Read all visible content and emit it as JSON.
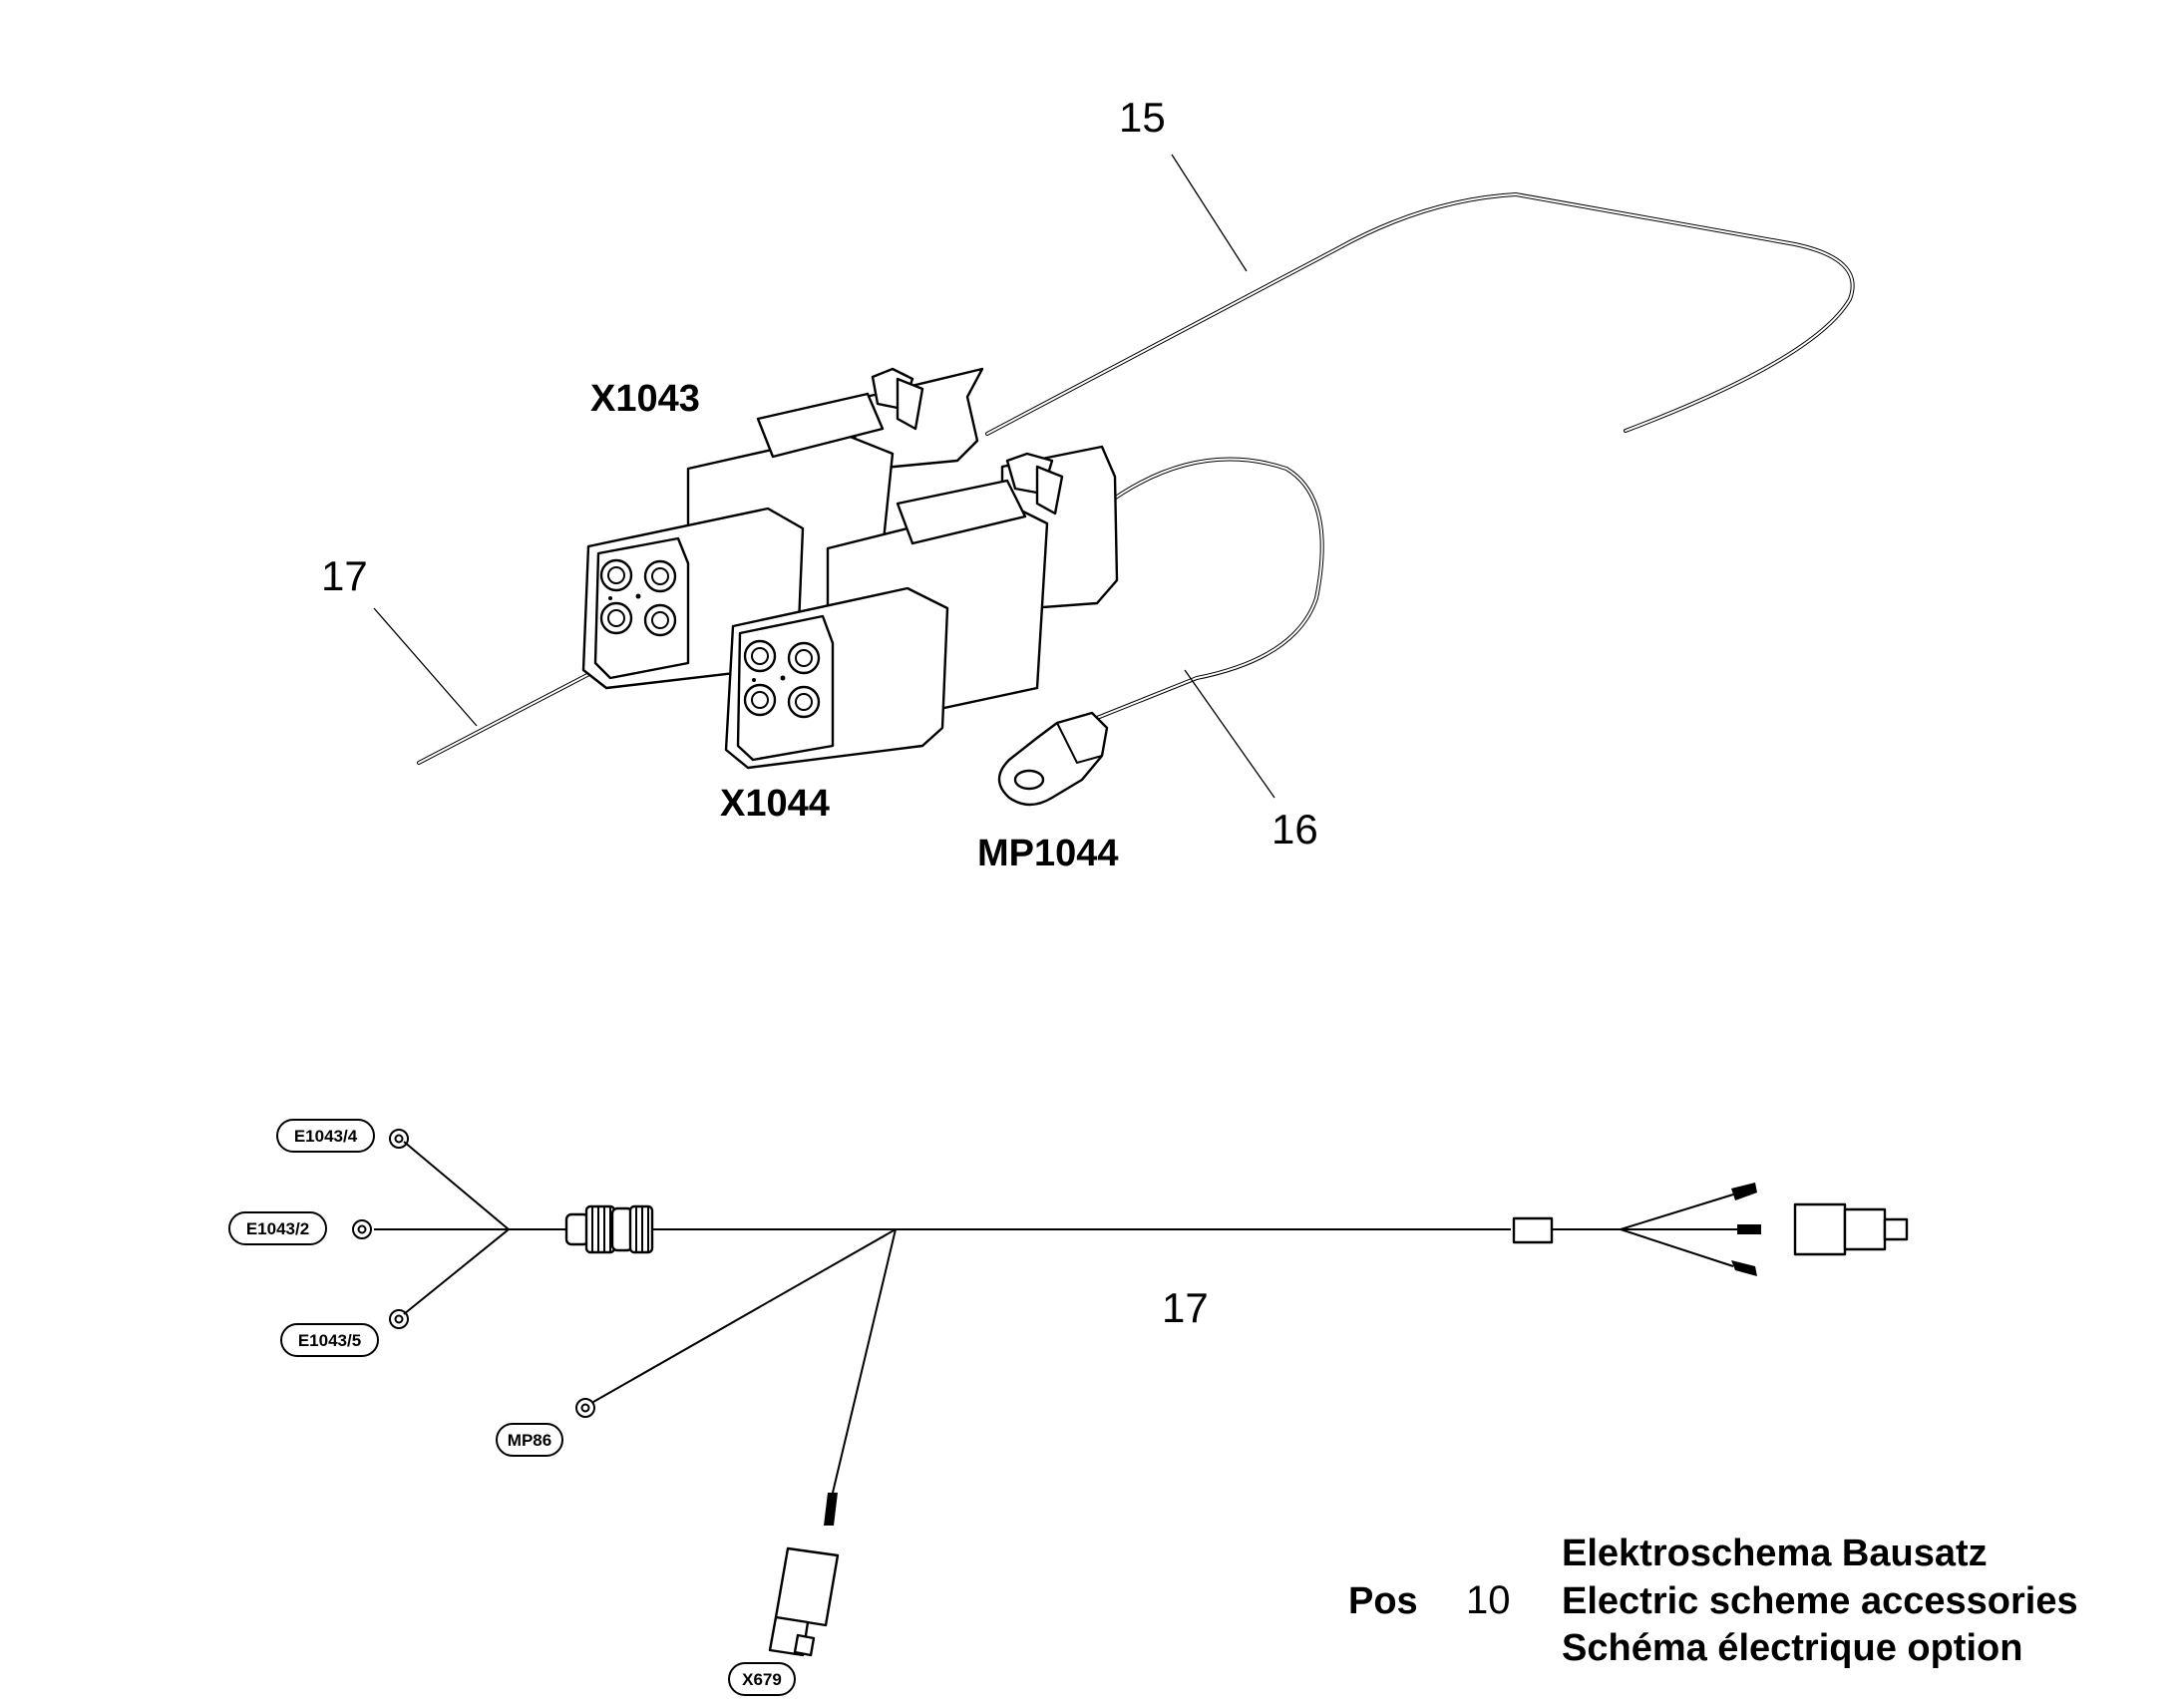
{
  "callouts": {
    "c15": "15",
    "c16": "16",
    "c17_top": "17",
    "c17_bottom": "17"
  },
  "connectors": {
    "x1043": "X1043",
    "x1044": "X1044",
    "mp1044": "MP1044"
  },
  "tags": {
    "e1043_4": "E1043/4",
    "e1043_2": "E1043/2",
    "e1043_5": "E1043/5",
    "mp86": "MP86",
    "x679": "X679"
  },
  "title_block": {
    "pos_label": "Pos",
    "pos_number": "10",
    "line_de": "Elektroschema Bausatz",
    "line_en": "Electric scheme accessories",
    "line_fr": "Schéma électrique option"
  }
}
